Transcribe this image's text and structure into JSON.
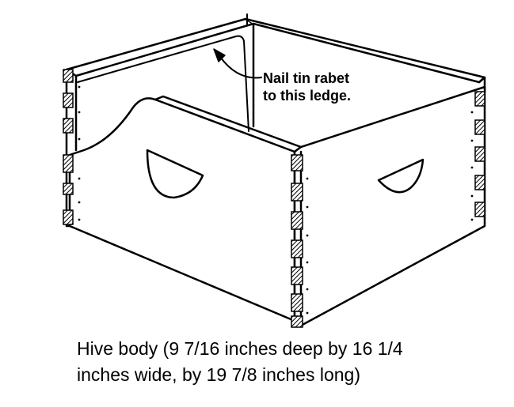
{
  "annotation": {
    "line1": "Nail tin rabet",
    "line2": "to this ledge."
  },
  "caption": {
    "line1": "Hive body (9 7/16 inches deep by 16 1/4",
    "line2": "inches wide, by 19 7/8 inches long)"
  },
  "colors": {
    "ink": "#000000",
    "paper": "#ffffff"
  }
}
